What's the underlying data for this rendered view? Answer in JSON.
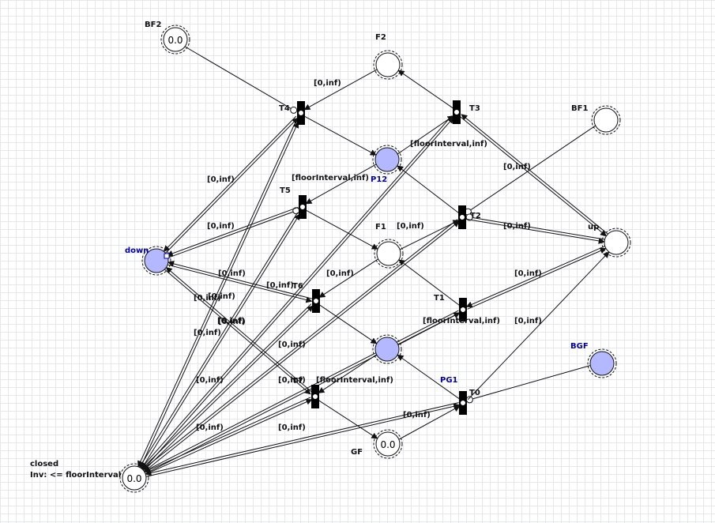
{
  "diagram": {
    "places": [
      {
        "id": "BF2",
        "label": "BF2",
        "marked": false,
        "tokens": "0.0"
      },
      {
        "id": "F2",
        "label": "F2",
        "marked": false,
        "tokens": ""
      },
      {
        "id": "BF1",
        "label": "BF1",
        "marked": false,
        "tokens": ""
      },
      {
        "id": "P12",
        "label": "P12",
        "marked": true,
        "tokens": ""
      },
      {
        "id": "down",
        "label": "down",
        "marked": true,
        "tokens": ""
      },
      {
        "id": "up",
        "label": "up",
        "marked": false,
        "tokens": ""
      },
      {
        "id": "F1",
        "label": "F1",
        "marked": false,
        "tokens": ""
      },
      {
        "id": "PG1",
        "label": "PG1",
        "marked": true,
        "tokens": ""
      },
      {
        "id": "BGF",
        "label": "BGF",
        "marked": true,
        "tokens": ""
      },
      {
        "id": "GF",
        "label": "GF",
        "marked": false,
        "tokens": "0.0"
      },
      {
        "id": "closed",
        "label": "closed",
        "invariant": "Inv: <= floorInterval",
        "marked": false,
        "tokens": "0.0"
      }
    ],
    "transitions": [
      {
        "id": "T0",
        "label": "T0"
      },
      {
        "id": "T1",
        "label": "T1"
      },
      {
        "id": "T2",
        "label": "T2"
      },
      {
        "id": "T3",
        "label": "T3"
      },
      {
        "id": "T4",
        "label": "T4"
      },
      {
        "id": "T5",
        "label": "T5"
      },
      {
        "id": "T6",
        "label": "T6"
      },
      {
        "id": "T7",
        "label": "T7"
      }
    ],
    "arcs": [
      {
        "from": "BF2",
        "to": "T4",
        "type": "inhibitor",
        "label": ""
      },
      {
        "from": "F2",
        "to": "T4",
        "type": "normal",
        "label": "[0,inf)"
      },
      {
        "from": "T4",
        "to": "P12",
        "type": "normal",
        "label": ""
      },
      {
        "from": "T4",
        "to": "down",
        "type": "normal",
        "label": "[0,inf)"
      },
      {
        "from": "down",
        "to": "T4",
        "type": "normal",
        "label": ""
      },
      {
        "from": "T4",
        "to": "closed",
        "type": "normal",
        "label": ""
      },
      {
        "from": "closed",
        "to": "T4",
        "type": "normal",
        "label": ""
      },
      {
        "from": "T3",
        "to": "F2",
        "type": "normal",
        "label": ""
      },
      {
        "from": "P12",
        "to": "T3",
        "type": "normal",
        "label": "[floorInterval,inf)"
      },
      {
        "from": "T3",
        "to": "up",
        "type": "normal",
        "label": "[0,inf)"
      },
      {
        "from": "up",
        "to": "T3",
        "type": "normal",
        "label": ""
      },
      {
        "from": "T3",
        "to": "closed",
        "type": "normal",
        "label": ""
      },
      {
        "from": "closed",
        "to": "T3",
        "type": "normal",
        "label": ""
      },
      {
        "from": "P12",
        "to": "T5",
        "type": "normal",
        "label": "[floorInterval,inf)"
      },
      {
        "from": "down",
        "to": "T5",
        "type": "inhibitor",
        "label": "[0,inf)"
      },
      {
        "from": "T5",
        "to": "down",
        "type": "normal",
        "label": ""
      },
      {
        "from": "T5",
        "to": "F1",
        "type": "normal",
        "label": ""
      },
      {
        "from": "T5",
        "to": "closed",
        "type": "normal",
        "label": ""
      },
      {
        "from": "closed",
        "to": "T5",
        "type": "normal",
        "label": ""
      },
      {
        "from": "BF1",
        "to": "T2",
        "type": "inhibitor",
        "label": ""
      },
      {
        "from": "T2",
        "to": "P12",
        "type": "normal",
        "label": ""
      },
      {
        "from": "F1",
        "to": "T2",
        "type": "normal",
        "label": "[0,inf)"
      },
      {
        "from": "up",
        "to": "T2",
        "type": "inhibitor",
        "label": "[0,inf)"
      },
      {
        "from": "T2",
        "to": "up",
        "type": "normal",
        "label": ""
      },
      {
        "from": "T2",
        "to": "closed",
        "type": "normal",
        "label": ""
      },
      {
        "from": "closed",
        "to": "T2",
        "type": "normal",
        "label": ""
      },
      {
        "from": "down",
        "to": "T6",
        "type": "normal",
        "label": "[0,inf)"
      },
      {
        "from": "T6",
        "to": "down",
        "type": "normal",
        "label": ""
      },
      {
        "from": "F1",
        "to": "T6",
        "type": "normal",
        "label": "[0,inf)"
      },
      {
        "from": "T6",
        "to": "PG1",
        "type": "normal",
        "label": ""
      },
      {
        "from": "T6",
        "to": "closed",
        "type": "normal",
        "label": "[0,inf)"
      },
      {
        "from": "closed",
        "to": "T6",
        "type": "normal",
        "label": ""
      },
      {
        "from": "T1",
        "to": "F1",
        "type": "normal",
        "label": ""
      },
      {
        "from": "PG1",
        "to": "T1",
        "type": "normal",
        "label": "[floorInterval,inf)"
      },
      {
        "from": "T1",
        "to": "up",
        "type": "normal",
        "label": "[0,inf)"
      },
      {
        "from": "up",
        "to": "T1",
        "type": "normal",
        "label": ""
      },
      {
        "from": "T1",
        "to": "closed",
        "type": "normal",
        "label": ""
      },
      {
        "from": "closed",
        "to": "T1",
        "type": "normal",
        "label": ""
      },
      {
        "from": "down",
        "to": "T7",
        "type": "normal",
        "label": "[0,inf)"
      },
      {
        "from": "T7",
        "to": "down",
        "type": "normal",
        "label": ""
      },
      {
        "from": "PG1",
        "to": "T7",
        "type": "normal",
        "label": "[floorInterval,inf)"
      },
      {
        "from": "T7",
        "to": "GF",
        "type": "normal",
        "label": "[0,inf)"
      },
      {
        "from": "T7",
        "to": "closed",
        "type": "normal",
        "label": ""
      },
      {
        "from": "closed",
        "to": "T7",
        "type": "normal",
        "label": ""
      },
      {
        "from": "GF",
        "to": "T0",
        "type": "normal",
        "label": "[0,inf)"
      },
      {
        "from": "T0",
        "to": "PG1",
        "type": "normal",
        "label": ""
      },
      {
        "from": "BGF",
        "to": "T0",
        "type": "inhibitor",
        "label": ""
      },
      {
        "from": "T0",
        "to": "up",
        "type": "normal",
        "label": "[0,inf)"
      },
      {
        "from": "T0",
        "to": "closed",
        "type": "normal",
        "label": ""
      },
      {
        "from": "closed",
        "to": "T0",
        "type": "normal",
        "label": ""
      }
    ],
    "extra_labels": [
      {
        "text": "[0,inf)"
      },
      {
        "text": "[0,inf)"
      },
      {
        "text": "[0,inf)"
      },
      {
        "text": "[0,inf)"
      },
      {
        "text": "[0,inf)"
      },
      {
        "text": "[0,inf)"
      },
      {
        "text": "[0,inf)"
      },
      {
        "text": "[0,inf)"
      }
    ],
    "colors": {
      "marked_fill": "#b3b8ff",
      "marked_label": "#0000aa",
      "line": "#111111",
      "grid": "#e6e6ee"
    }
  }
}
